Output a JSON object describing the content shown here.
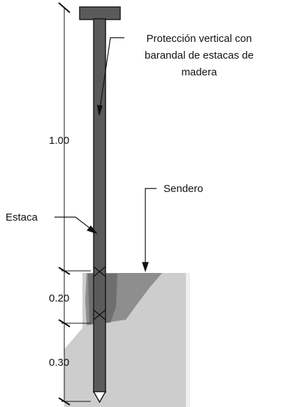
{
  "labels": {
    "callout_top": [
      "Protección vertical con",
      "barandal de estacas de",
      "madera"
    ],
    "path": "Sendero",
    "stake": "Estaca"
  },
  "dimensions": [
    {
      "value": "1.00"
    },
    {
      "value": "0.20"
    },
    {
      "value": "0.30"
    }
  ],
  "colors": {
    "stake_fill": "#5a5a5a",
    "stake_stroke": "#1a1a1a",
    "soil_light": "#cdcdcd",
    "soil_dark": "#8e8e8e",
    "line": "#111111"
  }
}
